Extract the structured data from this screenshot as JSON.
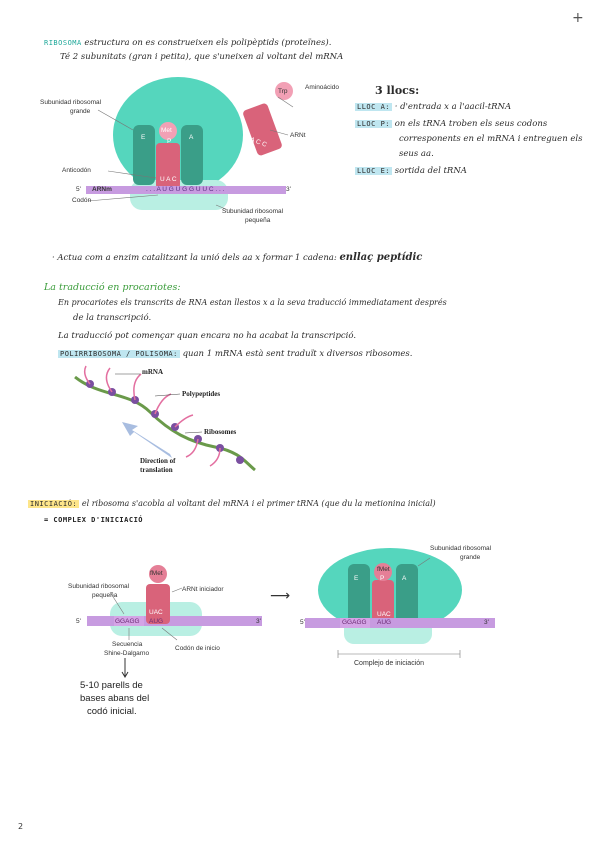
{
  "corner_plus": "+",
  "page_number": "2",
  "ribosoma": {
    "term": "RIBOSOMA",
    "definition": "estructura on es construeixen els polipèptids (proteïnes).",
    "subunits": "Té 2 subunitats (gran i petita), que s'uneixen al voltant del mRNA"
  },
  "fig1": {
    "aminoacido": "Aminoácido",
    "subunidad_grande": [
      "Subunidad ribosomal",
      "grande"
    ],
    "arnt": "ARNt",
    "anticodon": "Anticodón",
    "codon": "Codón",
    "subunidad_pequena": [
      "Subunidad ribosomal",
      "pequeña"
    ],
    "five_prime": "5'",
    "three_prime": "3'",
    "arnm": "ARNm",
    "sequence": ". . . A U G U G G U U C . . .",
    "site_e": "E",
    "site_p": "P",
    "site_a": "A",
    "met": "Met",
    "uac": "U A C",
    "trp": "Trp",
    "acc": "A C C"
  },
  "llocs": {
    "title": "3 llocs:",
    "a_tag": "LLOC A:",
    "a_text": "· d'entrada x a l'aacil-tRNA",
    "p_tag": "LLOC P:",
    "p_text_1": "on els tRNA troben els seus codons",
    "p_text_2": "corresponents en el mRNA i entreguen els",
    "p_text_3": "seus aa.",
    "e_tag": "LLOC E:",
    "e_text": "sortida del tRNA"
  },
  "enzim_line_prefix": "· Actua com a enzim catalitzant la unió dels aa x formar 1 cadena:",
  "enzim_line_bold": "enllaç peptídic",
  "procariotes": {
    "heading": "La traducció en procariotes:",
    "line1": "En procariotes els transcrits de RNA estan llestos x a la seva traducció immediatament després",
    "line2": "de la transcripció.",
    "line3": "La traducció pot començar quan encara no ha acabat la transcripció.",
    "poli_tag": "POLIRRIBOSOMA / POLISOMA:",
    "poli_text": "quan 1 mRNA està sent traduït x diversos ribosomes."
  },
  "fig2": {
    "mrna": "mRNA",
    "polypeptides": "Polypeptides",
    "ribosomes": "Ribosomes",
    "direction": [
      "Direction of",
      "translation"
    ]
  },
  "iniciacio": {
    "tag": "INICIACIÓ:",
    "text": "el ribosoma s'acobla al voltant del mRNA i el primer tRNA (que du la metionina inicial)",
    "complex": "= COMPLEX D'INICIACIÓ"
  },
  "fig3": {
    "fmet": "fMet",
    "arnt_iniciador": "ARNt iniciador",
    "subunidad_pequena": [
      "Subunidad ribosomal",
      "pequeña"
    ],
    "uac": "UAC",
    "aug": "AUG",
    "ggagg": "GGAGG",
    "five_prime": "5'",
    "three_prime": "3'",
    "secuencia": [
      "Secuencia",
      "Shine-Dalgarno"
    ],
    "codon_inicio": "Codón de inicio",
    "note": [
      "5-10 parells de",
      "bases abans del",
      "codó inicial."
    ],
    "arrow": "⟶",
    "subunidad_grande": [
      "Subunidad ribosomal",
      "grande"
    ],
    "site_e": "E",
    "site_p": "P",
    "site_a": "A",
    "complejo": "Complejo de iniciación"
  }
}
